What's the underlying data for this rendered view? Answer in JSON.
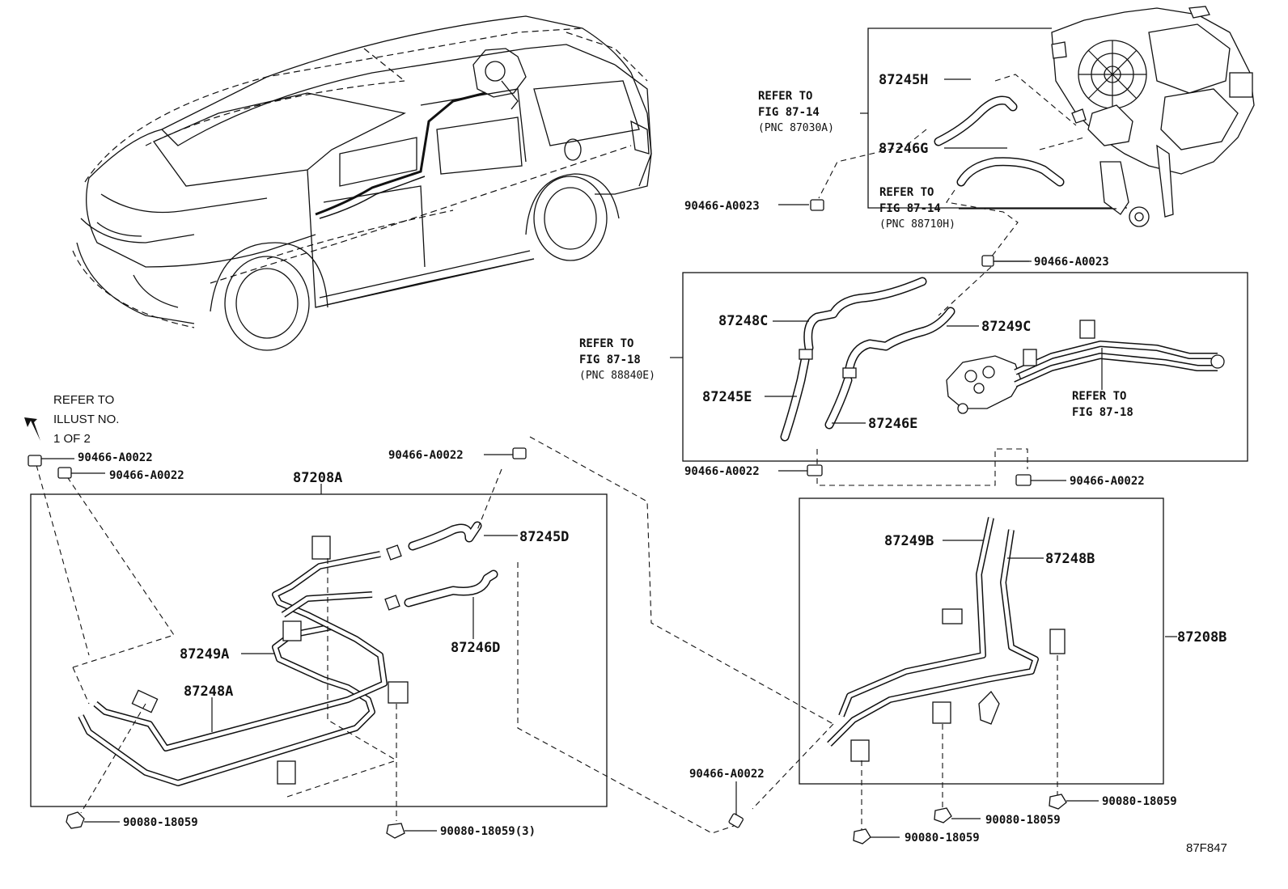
{
  "diagram_code": "87F847",
  "note_refer_illust": [
    "REFER TO",
    "ILLUST NO.",
    "1 OF 2"
  ],
  "refer_fig_87_14_a": [
    "REFER TO",
    "FIG 87-14",
    "(PNC 87030A)"
  ],
  "refer_fig_87_14_b": [
    "REFER TO",
    "FIG 87-14",
    "(PNC 88710H)"
  ],
  "refer_fig_87_18_a": [
    "REFER TO",
    "FIG 87-18",
    "(PNC 88840E)"
  ],
  "refer_fig_87_18_b": [
    "REFER TO",
    "FIG 87-18"
  ],
  "parts": {
    "p87245H": "87245H",
    "p87246G": "87246G",
    "p87248C": "87248C",
    "p87249C": "87249C",
    "p87245E": "87245E",
    "p87246E": "87246E",
    "p87208A": "87208A",
    "p87245D": "87245D",
    "p87246D": "87246D",
    "p87249A": "87249A",
    "p87248A": "87248A",
    "p87249B": "87249B",
    "p87248B": "87248B",
    "p87208B": "87208B"
  },
  "clips": {
    "c_a0023_top": "90466-A0023",
    "c_a0023_right": "90466-A0023",
    "c_a0022_mid_left": "90466-A0022",
    "c_a0022_mid_right": "90466-A0022",
    "c_a0022_upper": "90466-A0022",
    "c_a0022_left1": "90466-A0022",
    "c_a0022_left2": "90466-A0022",
    "c_a0022_bottom": "90466-A0022"
  },
  "bolts": {
    "b_left": "90080-18059",
    "b_mid": "90080-18059(3)",
    "b_right1": "90080-18059",
    "b_right2": "90080-18059",
    "b_right3": "90080-18059"
  }
}
